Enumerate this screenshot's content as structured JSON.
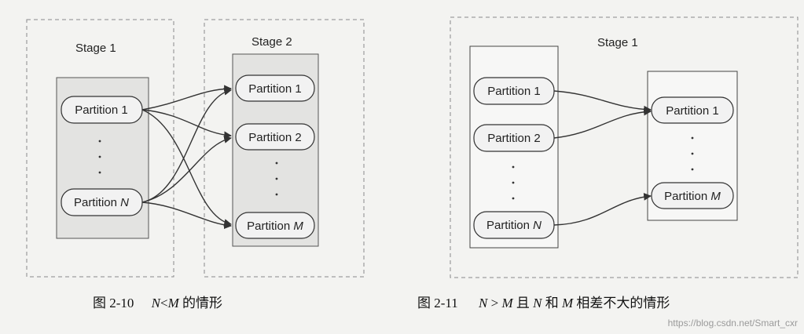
{
  "colors": {
    "background": "#f3f3f1",
    "column_fill": "#e3e3e1",
    "partition_fill": "#f2f2f2",
    "stroke": "#333333",
    "dashed_border": "#8a8a8a"
  },
  "fig_left": {
    "stage1_label": "Stage 1",
    "stage2_label": "Stage 2",
    "stage1_partitions": [
      {
        "prefix": "Partition ",
        "var": "1",
        "var_italic": false
      },
      {
        "prefix": "Partition ",
        "var": "N",
        "var_italic": true
      }
    ],
    "stage2_partitions": [
      {
        "prefix": "Partition ",
        "var": "1",
        "var_italic": false
      },
      {
        "prefix": "Partition ",
        "var": "2",
        "var_italic": false
      },
      {
        "prefix": "Partition ",
        "var": "M",
        "var_italic": true
      }
    ],
    "caption": {
      "fig_no": "图 2-10",
      "n": "N",
      "lt": "<",
      "m": "M",
      "rest": " 的情形"
    }
  },
  "fig_right": {
    "stage1_label": "Stage 1",
    "left_partitions": [
      {
        "prefix": "Partition ",
        "var": "1",
        "var_italic": false
      },
      {
        "prefix": "Partition ",
        "var": "2",
        "var_italic": false
      },
      {
        "prefix": "Partition ",
        "var": "N",
        "var_italic": true
      }
    ],
    "right_partitions": [
      {
        "prefix": "Partition ",
        "var": "1",
        "var_italic": false
      },
      {
        "prefix": "Partition ",
        "var": "M",
        "var_italic": true
      }
    ],
    "caption": {
      "fig_no": "图 2-11",
      "n": "N",
      "gt": " > ",
      "m": "M",
      "mid": " 且 ",
      "n2": "N",
      "and": " 和 ",
      "m2": "M",
      "rest": " 相差不大的情形"
    }
  },
  "watermark": "https://blog.csdn.net/Smart_cxr"
}
